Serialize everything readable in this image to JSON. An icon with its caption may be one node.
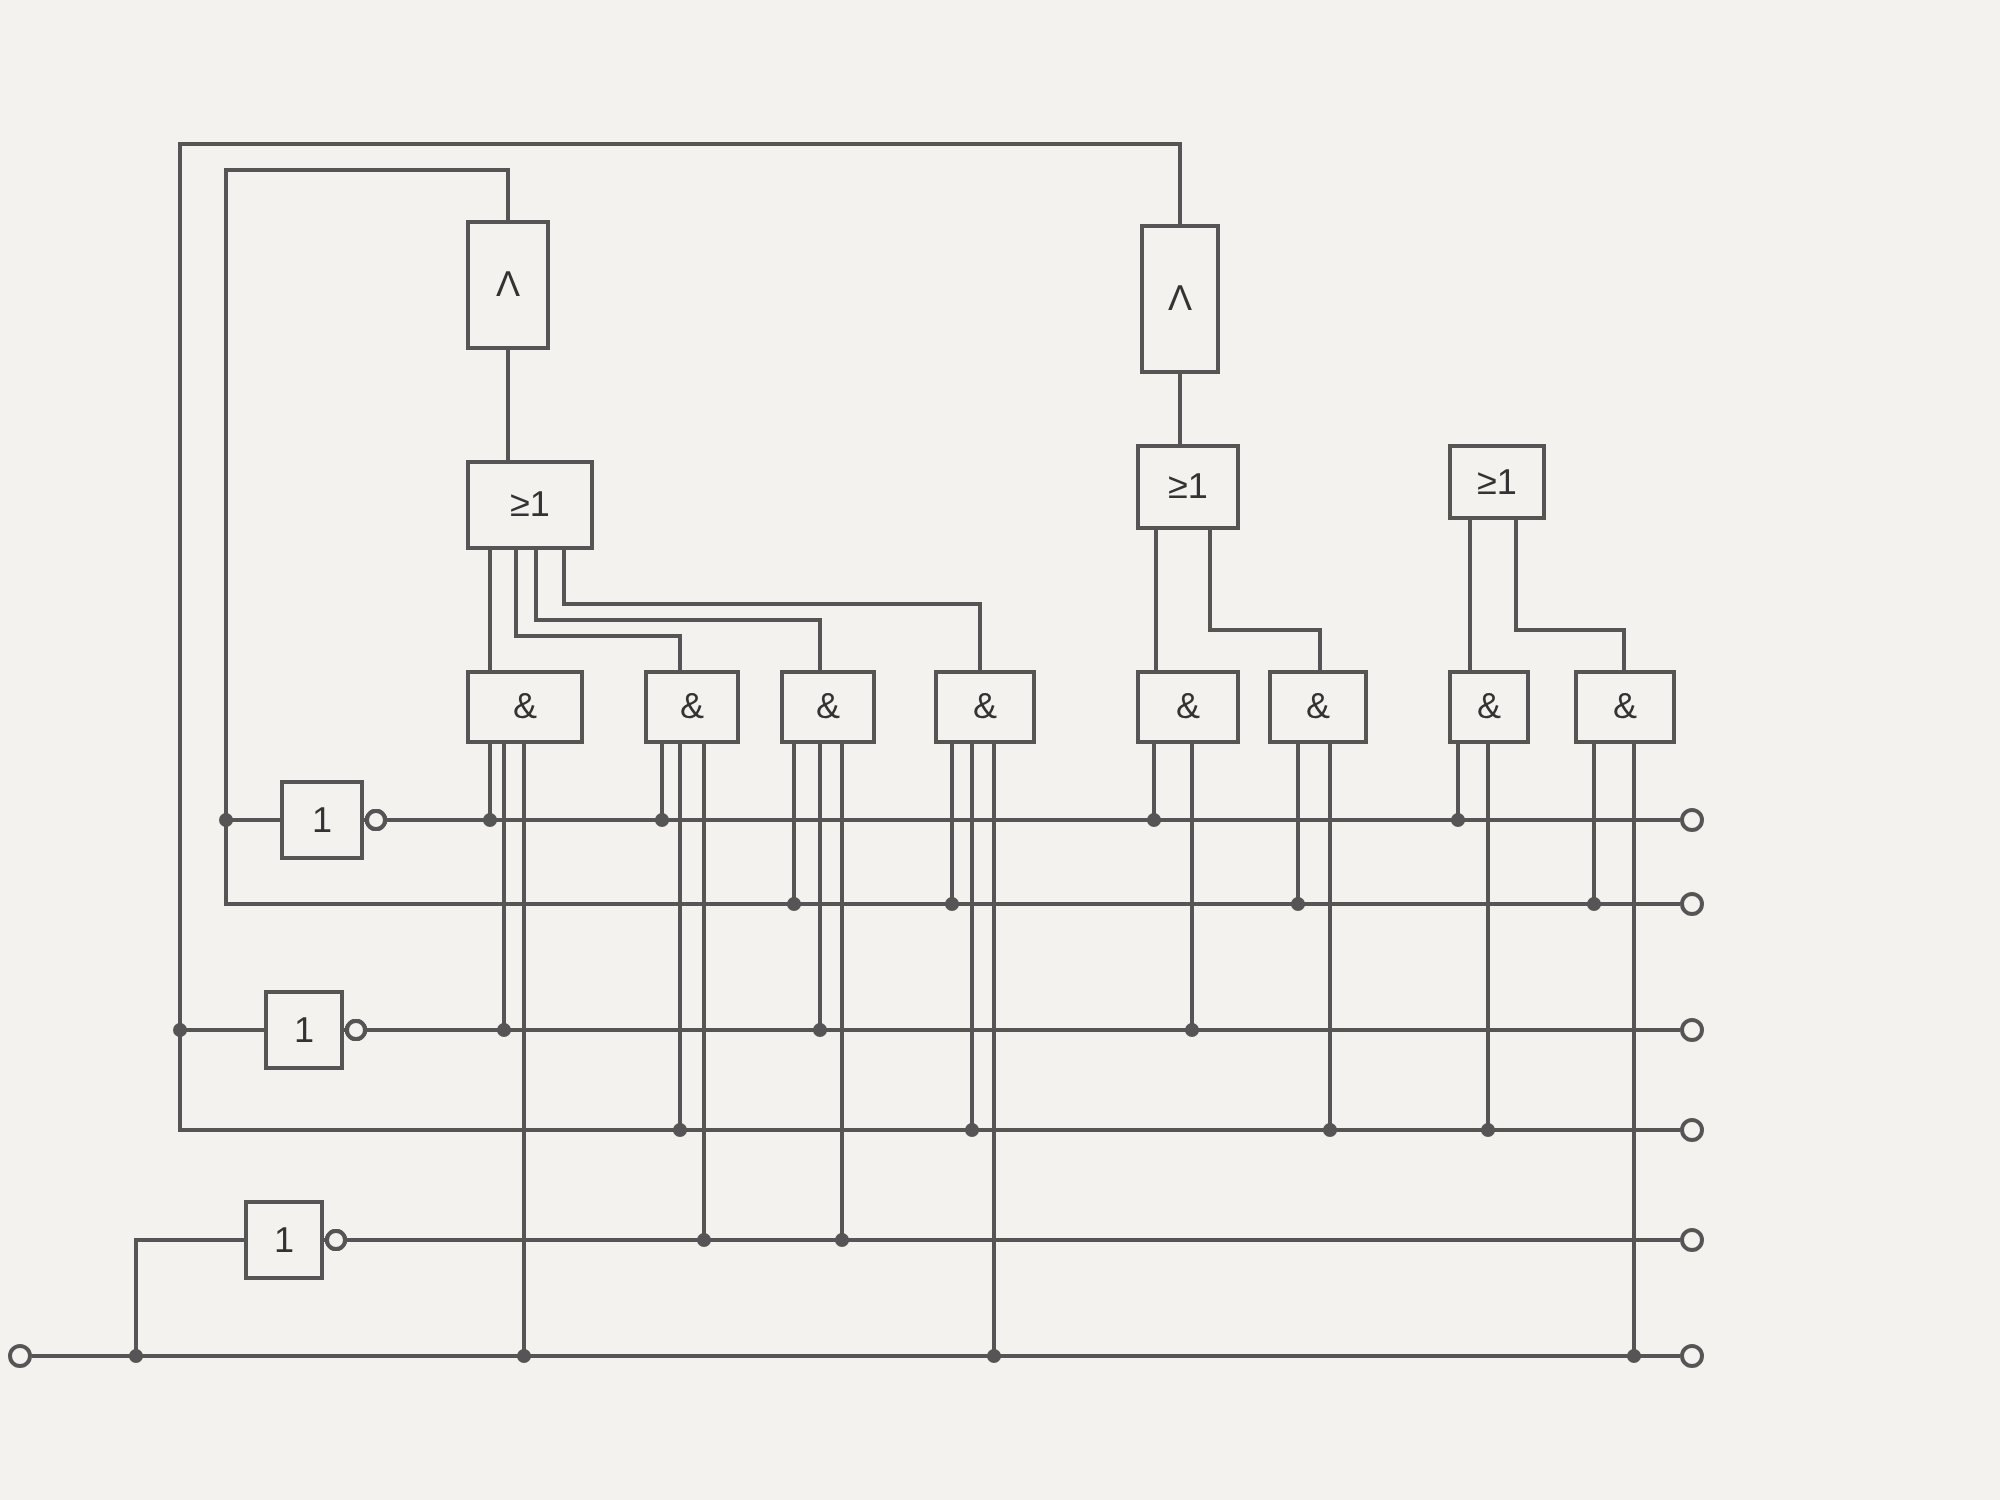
{
  "diagram": {
    "nodes": [
      {
        "text": [
          "Λ"
        ]
      },
      {
        "text": [
          "Λ"
        ]
      },
      {
        "text": [
          "≥1"
        ]
      },
      {
        "text": [
          "≥1"
        ]
      },
      {
        "text": [
          "≥1"
        ]
      },
      {
        "text": [
          "&"
        ]
      },
      {
        "text": [
          "&"
        ]
      },
      {
        "text": [
          "&"
        ]
      },
      {
        "text": [
          "&"
        ]
      },
      {
        "text": [
          "&"
        ]
      },
      {
        "text": [
          "&"
        ]
      },
      {
        "text": [
          "&"
        ]
      },
      {
        "text": [
          "&"
        ]
      },
      {
        "text": [
          "1"
        ]
      },
      {
        "text": [
          "1"
        ]
      },
      {
        "text": [
          "1"
        ]
      },
      {
        "text": [],
        "shape": "circle"
      },
      {
        "text": [],
        "shape": "circle"
      },
      {
        "text": [],
        "shape": "circle"
      },
      {
        "text": [],
        "shape": "circle"
      },
      {
        "text": [],
        "shape": "circle"
      },
      {
        "text": [],
        "shape": "circle"
      },
      {
        "text": [],
        "shape": "circle"
      }
    ],
    "edges": [
      {
        "from": 2,
        "to": 0,
        "arrow": "none"
      },
      {
        "from": 3,
        "to": 1,
        "arrow": "none"
      },
      {
        "from": 5,
        "to": 2,
        "arrow": "none"
      },
      {
        "from": 6,
        "to": 2,
        "arrow": "none"
      },
      {
        "from": 7,
        "to": 2,
        "arrow": "none"
      },
      {
        "from": 8,
        "to": 2,
        "arrow": "none"
      },
      {
        "from": 9,
        "to": 3,
        "arrow": "none"
      },
      {
        "from": 10,
        "to": 3,
        "arrow": "none"
      },
      {
        "from": 11,
        "to": 4,
        "arrow": "none"
      },
      {
        "from": 12,
        "to": 4,
        "arrow": "none"
      },
      {
        "from": 0,
        "to": 13,
        "arrow": "none"
      },
      {
        "from": 0,
        "to": 7,
        "arrow": "none"
      },
      {
        "from": 0,
        "to": 8,
        "arrow": "none"
      },
      {
        "from": 0,
        "to": 10,
        "arrow": "none"
      },
      {
        "from": 0,
        "to": 12,
        "arrow": "none"
      },
      {
        "from": 0,
        "to": 18,
        "arrow": "none"
      },
      {
        "from": 1,
        "to": 14,
        "arrow": "none"
      },
      {
        "from": 1,
        "to": 6,
        "arrow": "none"
      },
      {
        "from": 1,
        "to": 8,
        "arrow": "none"
      },
      {
        "from": 1,
        "to": 10,
        "arrow": "none"
      },
      {
        "from": 1,
        "to": 11,
        "arrow": "none"
      },
      {
        "from": 1,
        "to": 20,
        "arrow": "none"
      },
      {
        "from": 13,
        "to": 5,
        "arrow": "other"
      },
      {
        "from": 13,
        "to": 6,
        "arrow": "other"
      },
      {
        "from": 13,
        "to": 9,
        "arrow": "other"
      },
      {
        "from": 13,
        "to": 11,
        "arrow": "other"
      },
      {
        "from": 13,
        "to": 17,
        "arrow": "other"
      },
      {
        "from": 14,
        "to": 5,
        "arrow": "other"
      },
      {
        "from": 14,
        "to": 7,
        "arrow": "other"
      },
      {
        "from": 14,
        "to": 9,
        "arrow": "other"
      },
      {
        "from": 14,
        "to": 19,
        "arrow": "other"
      },
      {
        "from": 15,
        "to": 6,
        "arrow": "other"
      },
      {
        "from": 15,
        "to": 7,
        "arrow": "other"
      },
      {
        "from": 15,
        "to": 21,
        "arrow": "other"
      },
      {
        "from": 16,
        "to": 15,
        "arrow": "none"
      },
      {
        "from": 16,
        "to": 5,
        "arrow": "none"
      },
      {
        "from": 16,
        "to": 8,
        "arrow": "none"
      },
      {
        "from": 16,
        "to": 12,
        "arrow": "none"
      },
      {
        "from": 16,
        "to": 22,
        "arrow": "none"
      }
    ]
  }
}
